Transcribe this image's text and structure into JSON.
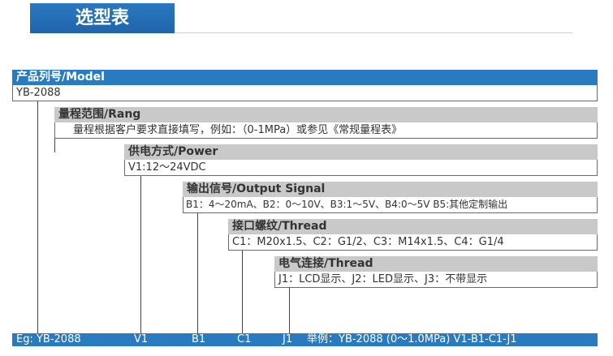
{
  "heading": "选型表",
  "levels": [
    {
      "header": "产品列号/Model",
      "value": "YB-2088"
    },
    {
      "header": "量程范围/Rang",
      "value": "量程根据客户要求直接填写，例如：（0-1MPa）或参见《常规量程表》"
    },
    {
      "header": "供电方式/Power",
      "value": "V1:12～24VDC"
    },
    {
      "header": "输出信号/Output Signal",
      "value": "B1：4～20mA、B2：0～10V、B3:1～5V、B4:0～5V  B5:其他定制输出"
    },
    {
      "header": "接口螺纹/Thread",
      "value": "C1：M20x1.5、C2：G1/2、C3：M14x1.5、C4：G1/4"
    },
    {
      "header": "电气连接/Thread",
      "value": "J1：LCD显示、J2：LED显示、J3：不带显示"
    }
  ],
  "footer": {
    "eg": "Eg:  YB-2088",
    "v": "V1",
    "b": "B1",
    "c": "C1",
    "j": "J1",
    "example": "举例：YB-2088 (0～1.0MPa) V1-B1-C1-J1"
  },
  "colors": {
    "primary_blue": "#2a7ac0",
    "header_gray": "#c9c9c9"
  }
}
